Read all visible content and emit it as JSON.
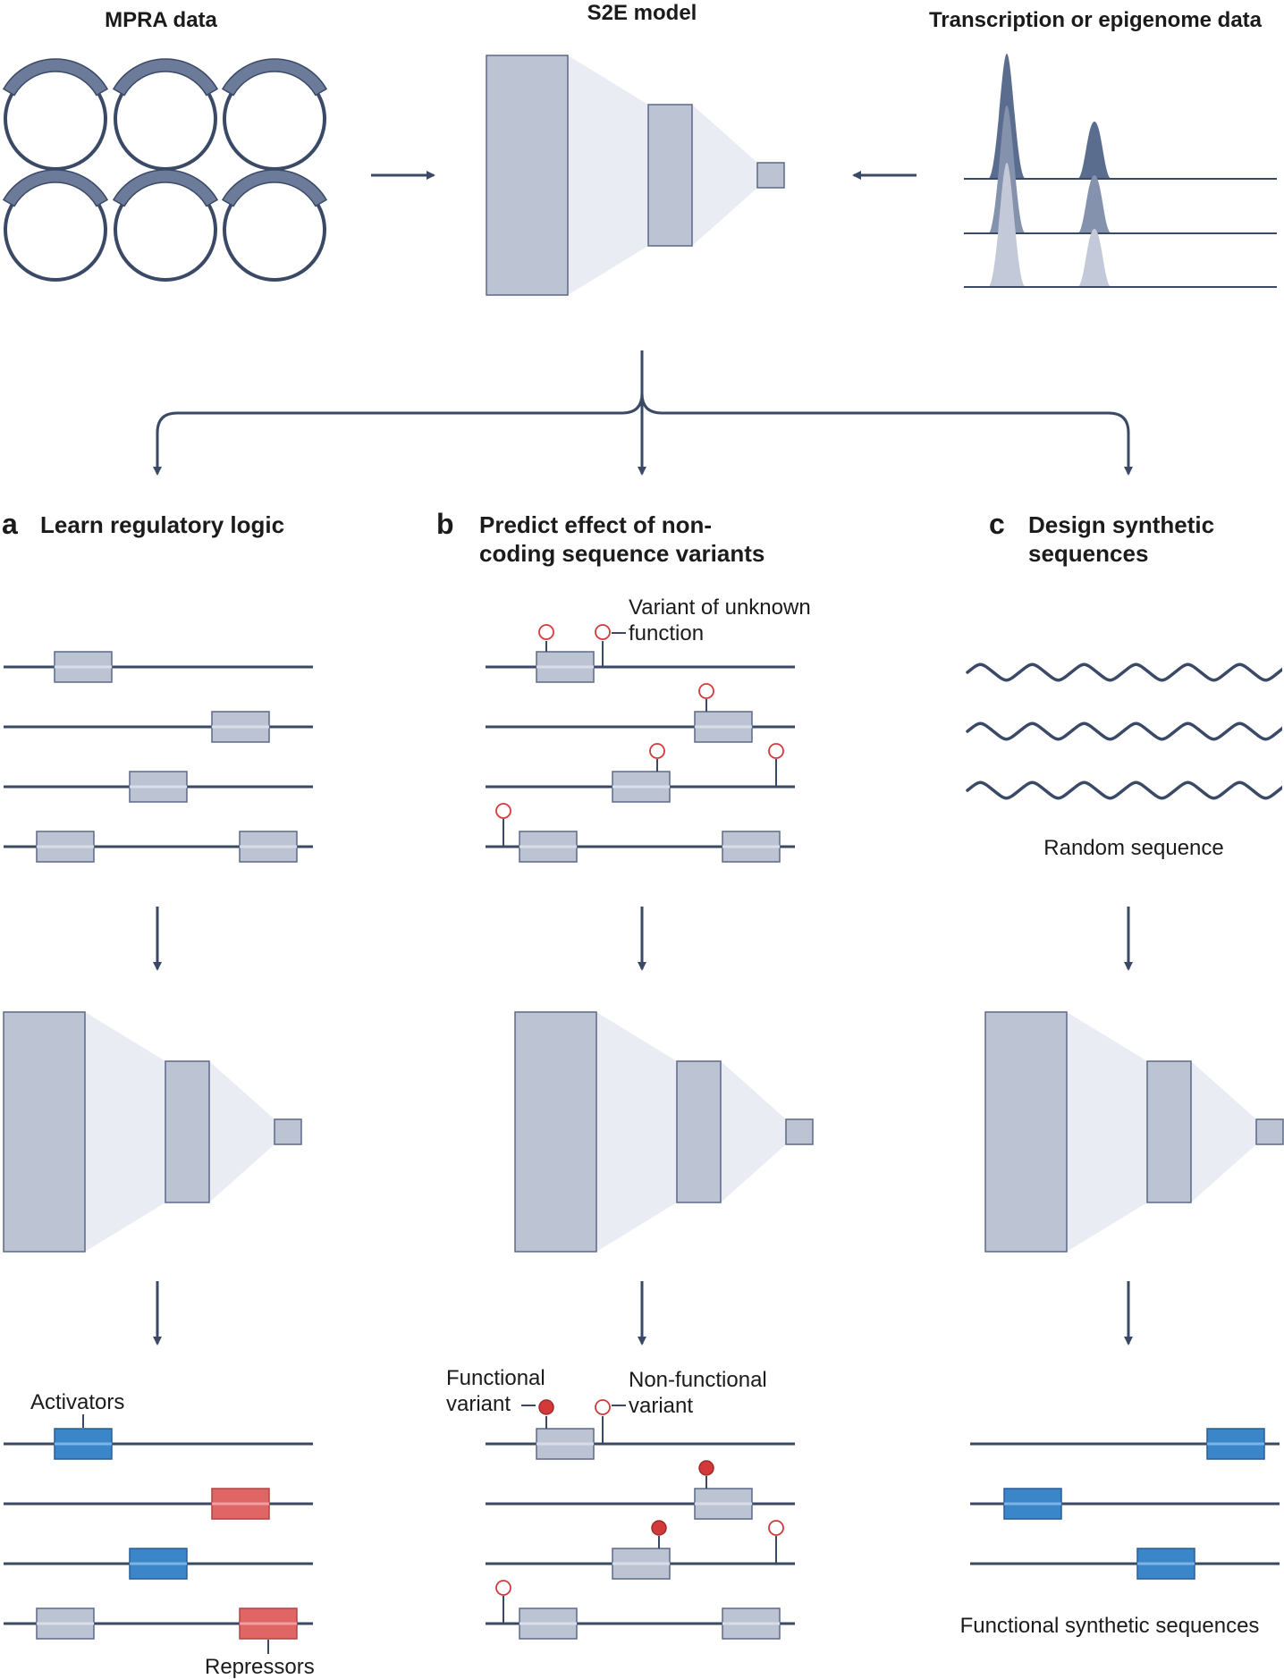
{
  "colors": {
    "navy": "#3a4a66",
    "box_fill": "#bcc3d3",
    "box_stroke": "#5c6a88",
    "cone_fill": "#e9ecf2",
    "activator_blue": "#3a86c8",
    "repressor_red": "#e06666",
    "variant_red": "#d23a3a"
  },
  "top": {
    "mpra_label": "MPRA data",
    "model_label": "S2E model",
    "transcription_label": "Transcription or epigenome data"
  },
  "panels": {
    "a": {
      "letter": "a",
      "title_line1": "Learn regulatory logic",
      "activators_label": "Activators",
      "repressors_label": "Repressors"
    },
    "b": {
      "letter": "b",
      "title_line1": "Predict effect of non-",
      "title_line2": "coding sequence variants",
      "vuf_line1": "Variant of unknown",
      "vuf_line2": "function",
      "functional_line1": "Functional",
      "functional_line2": "variant",
      "nonfunctional_line1": "Non-functional",
      "nonfunctional_line2": "variant"
    },
    "c": {
      "letter": "c",
      "title_line1": "Design synthetic",
      "title_line2": "sequences",
      "random_label": "Random sequence",
      "functional_synthetic_label": "Functional synthetic sequences"
    }
  }
}
